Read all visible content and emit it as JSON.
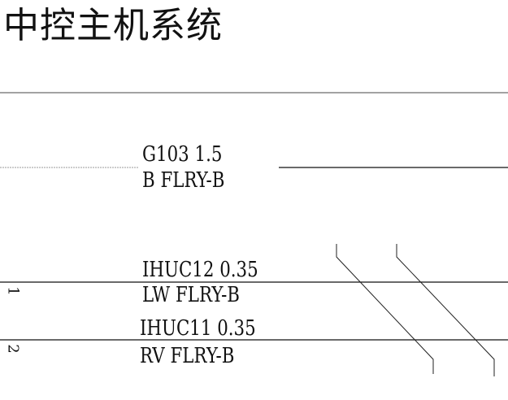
{
  "title": "中控主机系统",
  "wires": [
    {
      "code": "G103 1.5",
      "spec": "B FLRY-B"
    },
    {
      "code": "IHUC12 0.35",
      "spec": "LW FLRY-B",
      "pin": "1"
    },
    {
      "code": "IHUC11 0.35",
      "spec": "RV FLRY-B",
      "pin": "2"
    }
  ]
}
